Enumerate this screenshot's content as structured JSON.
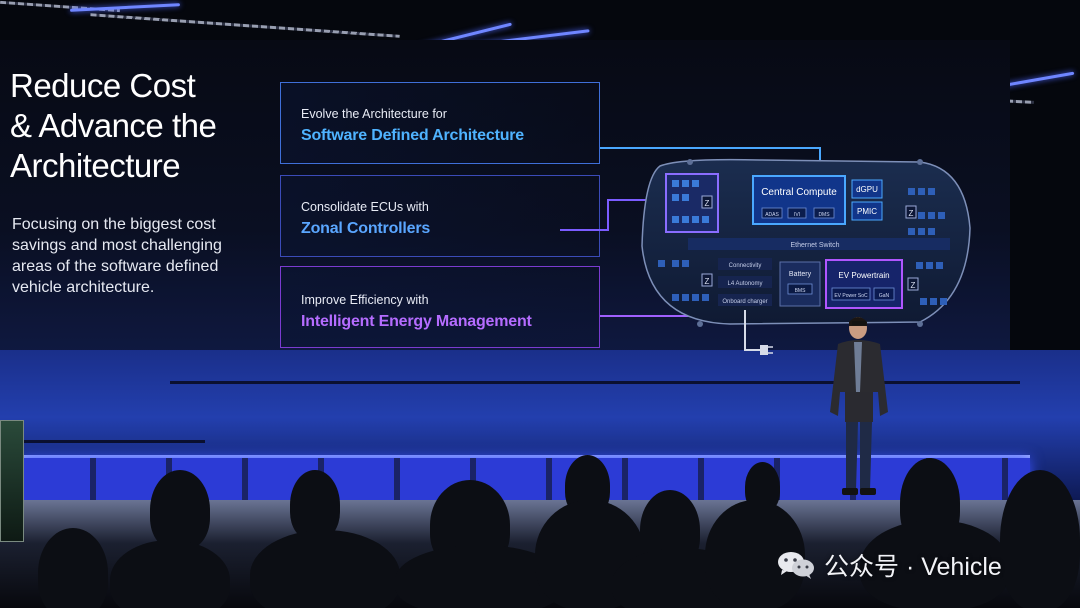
{
  "slide": {
    "title": "Reduce Cost\n& Advance the\nArchitecture",
    "subtitle": "Focusing on the biggest cost\nsavings and most challenging\nareas of the software defined\nvehicle architecture.",
    "cards": [
      {
        "lead": "Evolve the Architecture for",
        "head": "Software Defined Architecture"
      },
      {
        "lead": "Consolidate ECUs with",
        "head": "Zonal Controllers"
      },
      {
        "lead": "Improve Efficiency with",
        "head": "Intelligent Energy Management"
      }
    ],
    "diagram": {
      "central_compute": "Central Compute",
      "adas": "ADAS",
      "ivi": "IVI",
      "dms": "DMS",
      "dgpu": "dGPU",
      "pmic": "PMIC",
      "ethernet_switch": "Ethernet Switch",
      "connectivity": "Connectivity",
      "l4_autonomy": "L4 Autonomy",
      "onboard_charger": "Onboard charger",
      "battery": "Battery",
      "bms": "BMS",
      "ev_powertrain": "EV Powertrain",
      "ev_power_soc": "EV Power SoC",
      "gan": "GaN",
      "zone_mark": "Z"
    }
  },
  "watermark": {
    "text": "公众号 · Vehicle"
  },
  "colors": {
    "blue_accent": "#4fb3ff",
    "purple_accent": "#b56cff",
    "stage_led": "#2c3bd6"
  }
}
